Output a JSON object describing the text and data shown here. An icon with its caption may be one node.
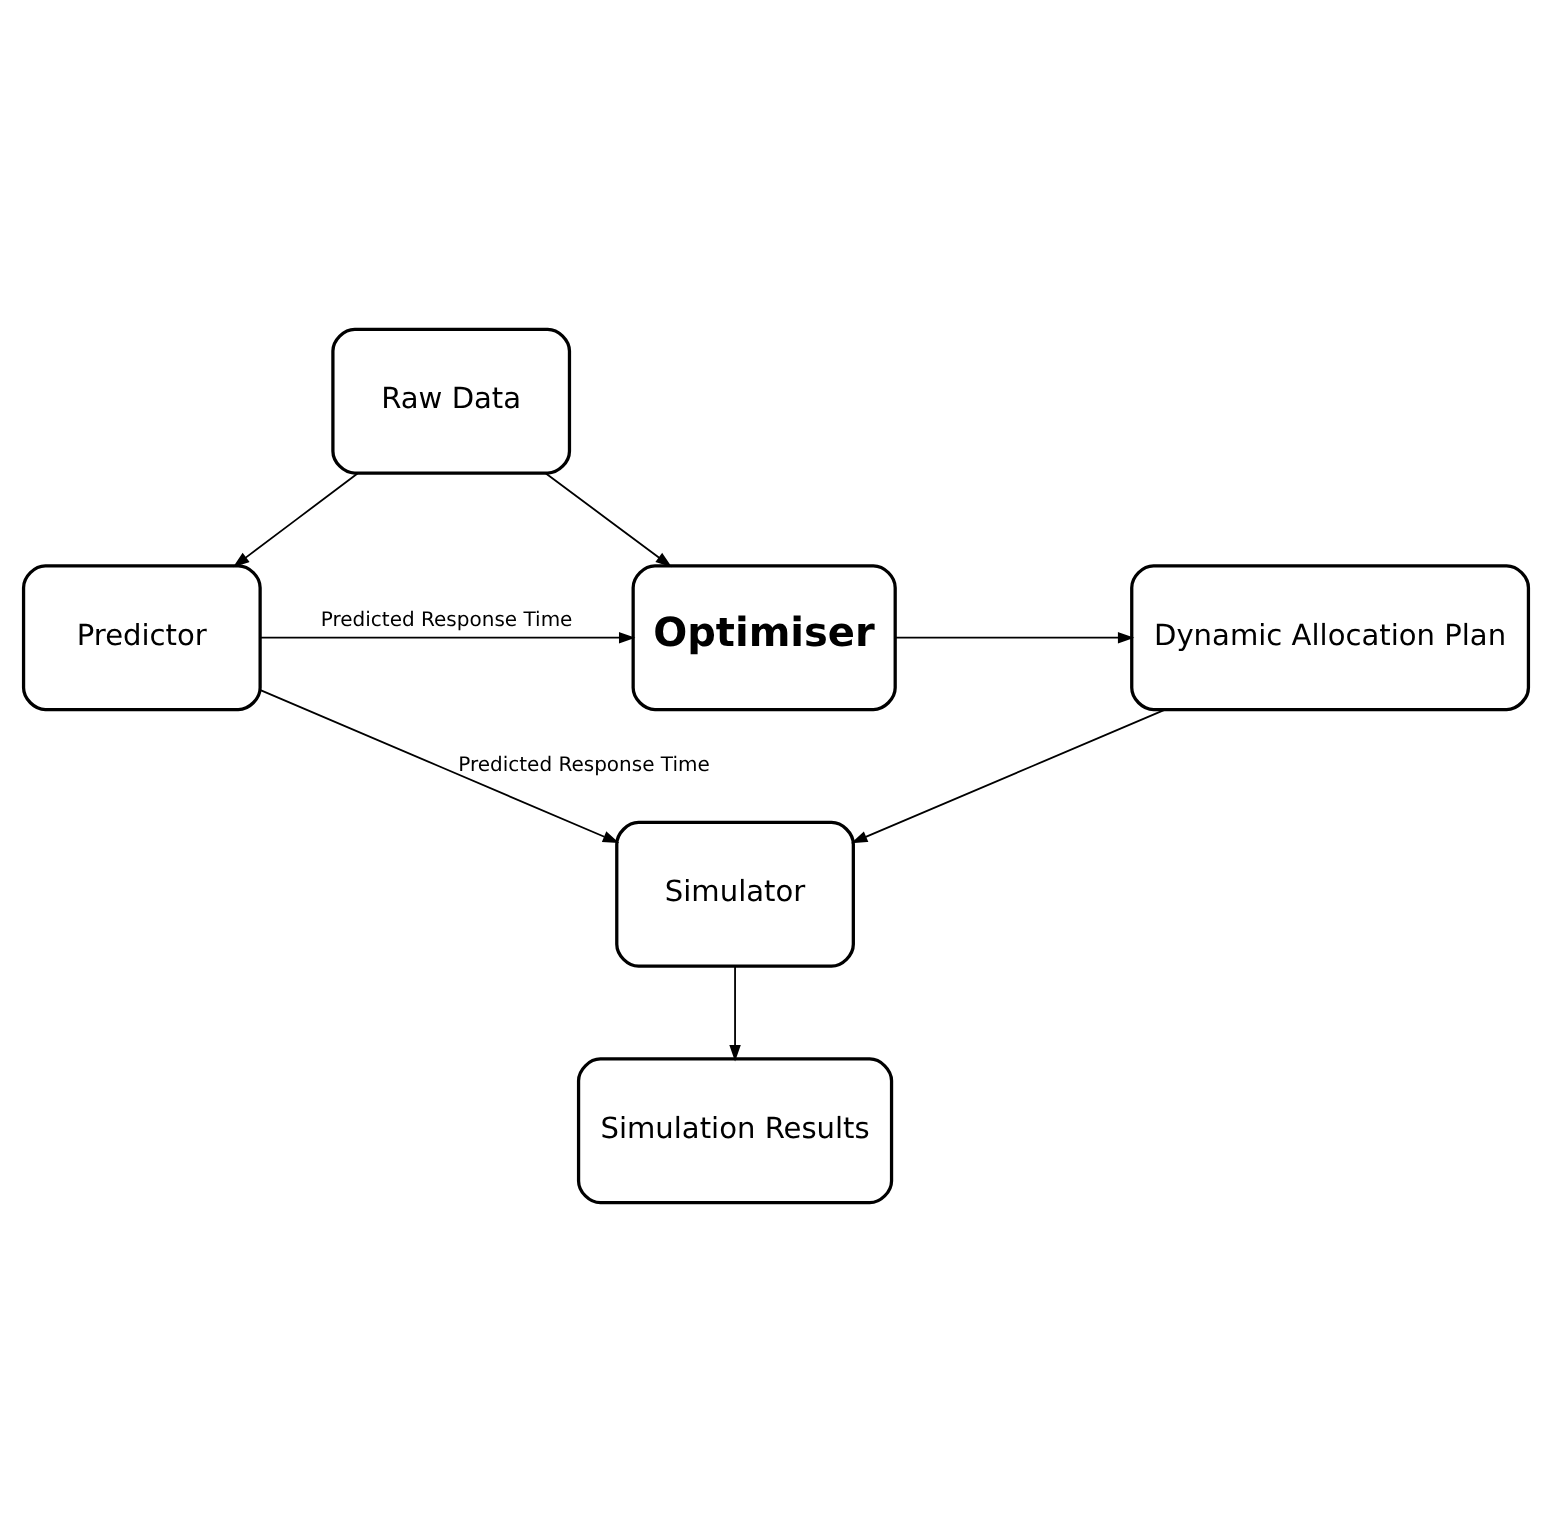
{
  "diagram": {
    "nodes": [
      {
        "text": [
          "Raw Data"
        ]
      },
      {
        "text": [
          "Predictor"
        ]
      },
      {
        "text": [
          "Optimiser"
        ]
      },
      {
        "text": [
          "Dynamic Allocation Plan"
        ]
      },
      {
        "text": [
          "Simulator"
        ]
      },
      {
        "text": [
          "Simulation Results"
        ]
      }
    ],
    "edges": [
      {
        "from": 0,
        "to": 1,
        "arrow": "to"
      },
      {
        "from": 0,
        "to": 2,
        "arrow": "to"
      },
      {
        "from": 1,
        "to": 2,
        "arrow": "to",
        "label": "Predicted Response Time"
      },
      {
        "from": 2,
        "to": 3,
        "arrow": "to"
      },
      {
        "from": 3,
        "to": 4,
        "arrow": "to"
      },
      {
        "from": 1,
        "to": 4,
        "arrow": "to",
        "label": "Predicted Response Time"
      },
      {
        "from": 4,
        "to": 5,
        "arrow": "to"
      }
    ]
  }
}
